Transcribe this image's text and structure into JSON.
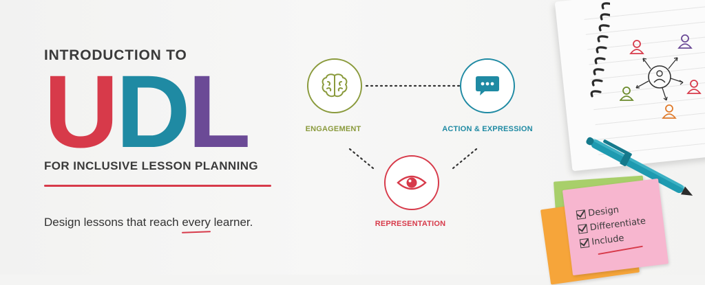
{
  "hero": {
    "kicker": "INTRODUCTION TO",
    "acronym": {
      "letter1": "U",
      "letter2": "D",
      "letter3": "L"
    },
    "subtitle": "FOR INCLUSIVE LESSON PLANNING",
    "tagline_before": "Design lessons that reach ",
    "tagline_emphasis": "every",
    "tagline_after": " learner."
  },
  "diagram": {
    "nodes": [
      {
        "label": "ENGAGEMENT",
        "icon": "brain-icon",
        "color": "#8a9a3c"
      },
      {
        "label": "ACTION & EXPRESSION",
        "icon": "speech-bubble-icon",
        "color": "#1f8aa3"
      },
      {
        "label": "REPRESENTATION",
        "icon": "eye-icon",
        "color": "#d73a4a"
      }
    ]
  },
  "sticky_note": {
    "items": [
      "Design",
      "Differentiate",
      "Include"
    ]
  },
  "colors": {
    "u": "#d73a4a",
    "d": "#1f8aa3",
    "l": "#6b4a96",
    "text": "#3a3a3a",
    "accent_line": "#d73a4a"
  }
}
